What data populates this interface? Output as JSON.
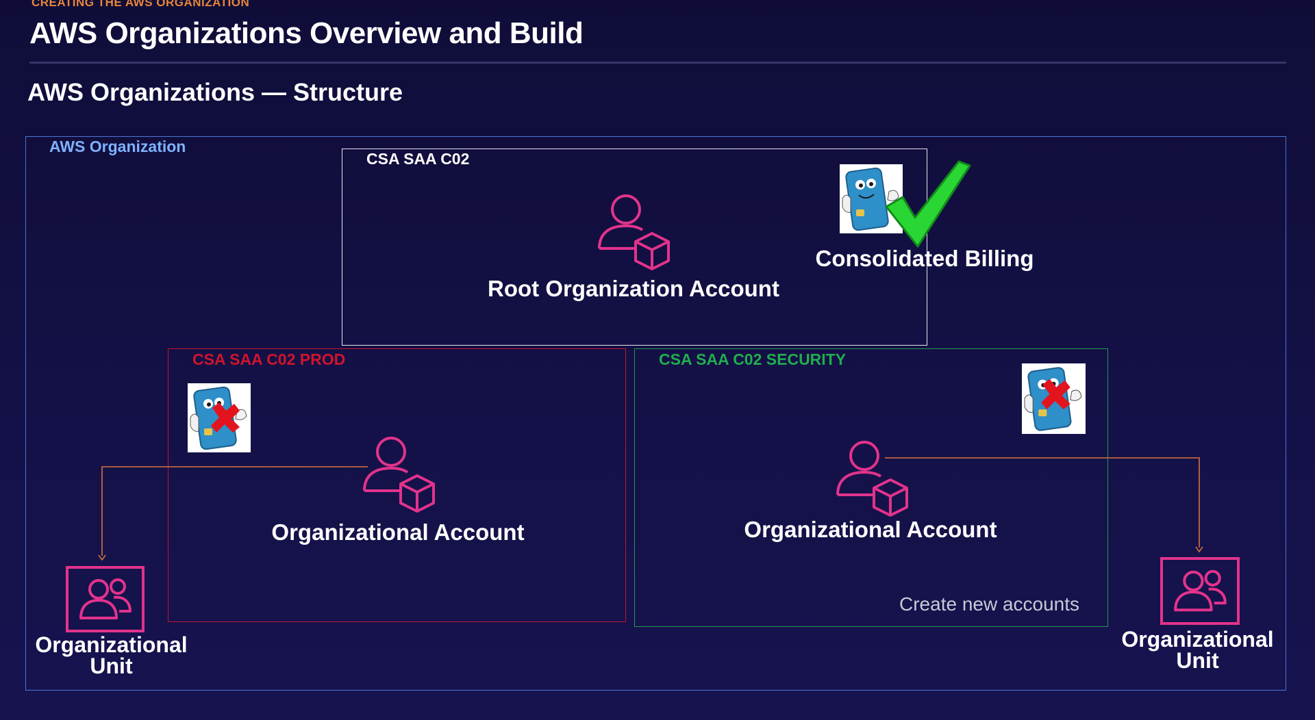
{
  "header": {
    "kicker": "CREATING THE AWS ORGANIZATION",
    "title": "AWS Organizations Overview and Build",
    "subtitle": "AWS Organizations — Structure"
  },
  "diagram": {
    "organization_label": "AWS Organization",
    "root": {
      "box_label": "CSA SAA C02",
      "account_label": "Root Organization Account",
      "billing_label": "Consolidated Billing"
    },
    "prod": {
      "box_label": "CSA SAA C02 PROD",
      "account_label": "Organizational Account"
    },
    "security": {
      "box_label": "CSA SAA C02 SECURITY",
      "account_label": "Organizational Account",
      "note": "Create new accounts"
    },
    "ou_left": {
      "line1": "Organizational",
      "line2": "Unit"
    },
    "ou_right": {
      "line1": "Organizational",
      "line2": "Unit"
    }
  },
  "colors": {
    "accent_orange": "#e8863a",
    "org_border": "#4f74d6",
    "org_label": "#7fb2ff",
    "prod_red": "#c0152f",
    "security_green": "#1f9a4a",
    "icon_pink": "#e2338c",
    "check_green": "#2ad634",
    "cross_red": "#e3141d"
  },
  "icons": [
    "user-with-box-icon",
    "credit-card-mascot-icon",
    "checkmark-icon",
    "cross-icon",
    "group-users-icon"
  ]
}
